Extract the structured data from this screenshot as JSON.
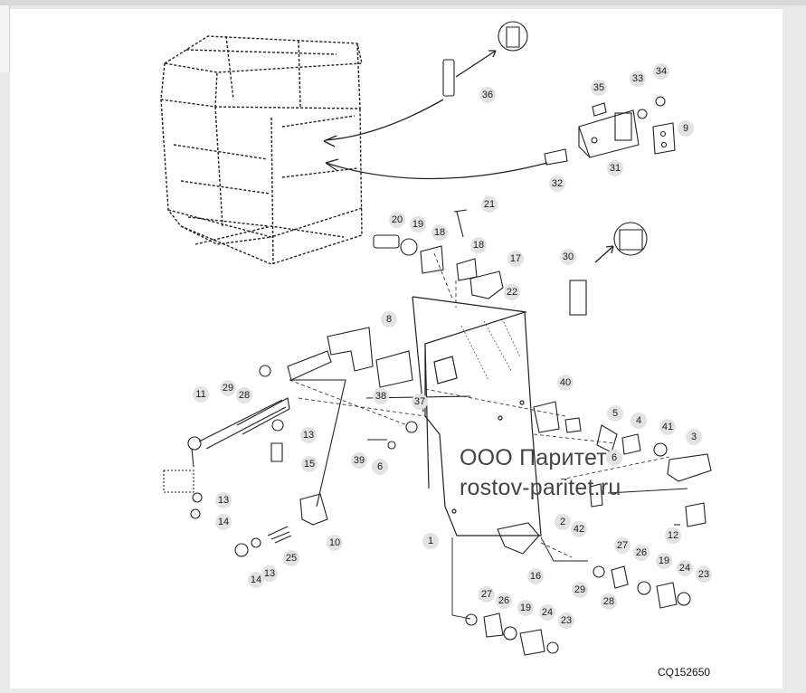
{
  "drawing": {
    "code": "CQ152650",
    "watermark": {
      "line1": "ООО Паритет",
      "line2": "rostov-paritet.ru"
    },
    "callouts": [
      {
        "id": "c36",
        "label": "36"
      },
      {
        "id": "c35",
        "label": "35"
      },
      {
        "id": "c33",
        "label": "33"
      },
      {
        "id": "c34",
        "label": "34"
      },
      {
        "id": "c9",
        "label": "9"
      },
      {
        "id": "c31",
        "label": "31"
      },
      {
        "id": "c32",
        "label": "32"
      },
      {
        "id": "c21",
        "label": "21"
      },
      {
        "id": "c20",
        "label": "20"
      },
      {
        "id": "c19a",
        "label": "19"
      },
      {
        "id": "c18a",
        "label": "18"
      },
      {
        "id": "c18b",
        "label": "18"
      },
      {
        "id": "c17",
        "label": "17"
      },
      {
        "id": "c22",
        "label": "22"
      },
      {
        "id": "c30",
        "label": "30"
      },
      {
        "id": "c8",
        "label": "8"
      },
      {
        "id": "c29a",
        "label": "29"
      },
      {
        "id": "c28a",
        "label": "28"
      },
      {
        "id": "c38",
        "label": "38"
      },
      {
        "id": "c40",
        "label": "40"
      },
      {
        "id": "c11",
        "label": "11"
      },
      {
        "id": "c37",
        "label": "37"
      },
      {
        "id": "c5",
        "label": "5"
      },
      {
        "id": "c4",
        "label": "4"
      },
      {
        "id": "c41",
        "label": "41"
      },
      {
        "id": "c3",
        "label": "3"
      },
      {
        "id": "c13a",
        "label": "13"
      },
      {
        "id": "c15",
        "label": "15"
      },
      {
        "id": "c39",
        "label": "39"
      },
      {
        "id": "c6a",
        "label": "6"
      },
      {
        "id": "c6b",
        "label": "6"
      },
      {
        "id": "c13b",
        "label": "13"
      },
      {
        "id": "c14a",
        "label": "14"
      },
      {
        "id": "c2",
        "label": "2"
      },
      {
        "id": "c42",
        "label": "42"
      },
      {
        "id": "c12",
        "label": "12"
      },
      {
        "id": "c10",
        "label": "10"
      },
      {
        "id": "c1",
        "label": "1"
      },
      {
        "id": "c16",
        "label": "16"
      },
      {
        "id": "c25",
        "label": "25"
      },
      {
        "id": "c13c",
        "label": "13"
      },
      {
        "id": "c14b",
        "label": "14"
      },
      {
        "id": "c27a",
        "label": "27"
      },
      {
        "id": "c26a",
        "label": "26"
      },
      {
        "id": "c19b",
        "label": "19"
      },
      {
        "id": "c24a",
        "label": "24"
      },
      {
        "id": "c23a",
        "label": "23"
      },
      {
        "id": "c29b",
        "label": "29"
      },
      {
        "id": "c28b",
        "label": "28"
      },
      {
        "id": "c27b",
        "label": "27"
      },
      {
        "id": "c26b",
        "label": "26"
      },
      {
        "id": "c19c",
        "label": "19"
      },
      {
        "id": "c24b",
        "label": "24"
      },
      {
        "id": "c23b",
        "label": "23"
      }
    ]
  }
}
